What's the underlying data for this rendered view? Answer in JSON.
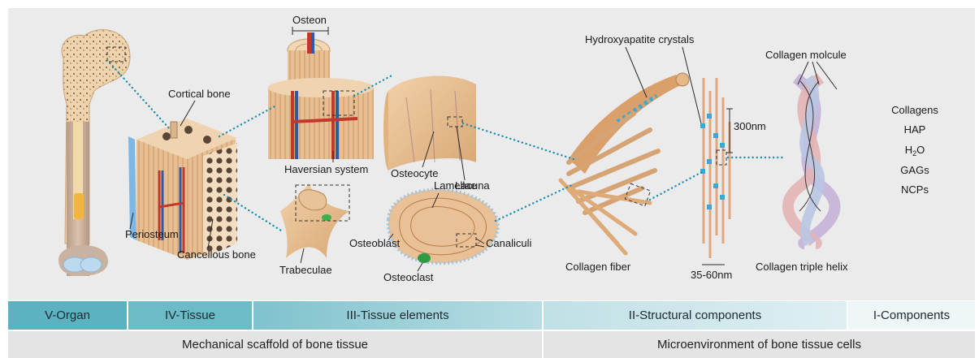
{
  "labels": {
    "osteon": "Osteon",
    "cortical_bone": "Cortical bone",
    "periosteum": "Periosteum",
    "cancellous_bone": "Cancellous bone",
    "haversian_system": "Haversian system",
    "trabeculae": "Trabeculae",
    "osteocyte": "Osteocyte",
    "lacuna": "Lacuna",
    "lamellae": "Lamellae",
    "osteoblast": "Osteoblast",
    "canaliculi": "Canaliculi",
    "osteoclast": "Osteoclast",
    "hydroxyapatite_crystals": "Hydroxyapatite crystals",
    "collagen_fiber": "Collagen fiber",
    "spacing_300nm": "300nm",
    "width_35_60nm": "35-60nm",
    "collagen_molecule": "Collagen molcule",
    "collagen_triple_helix": "Collagen triple helix"
  },
  "components_list": [
    "Collagens",
    "HAP",
    "H",
    "2",
    "O",
    "GAGs",
    "NCPs"
  ],
  "levels": [
    {
      "label": "V-Organ"
    },
    {
      "label": "IV-Tissue"
    },
    {
      "label": "III-Tissue elements"
    },
    {
      "label": "II-Structural components"
    },
    {
      "label": "I-Components"
    }
  ],
  "functions": [
    {
      "label": "Mechanical scaffold of bone tissue"
    },
    {
      "label": "Microenvironment of bone tissue cells"
    }
  ],
  "colors": {
    "panel_bg": "#ebebeb",
    "level_teal": "#5cb2c0",
    "connector": "#1f8fb0",
    "bone_tan": "#e3b98c",
    "vessel_red": "#c0392b",
    "vessel_blue": "#2f5aa8",
    "crystal_blue": "#3aa7d8"
  }
}
